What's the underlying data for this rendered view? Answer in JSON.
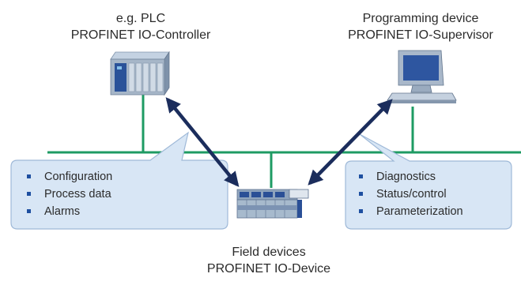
{
  "colors": {
    "network": "#1e9b63",
    "arrow": "#1b2d5c",
    "callout_fill": "#d8e6f5",
    "callout_stroke": "#9fb9d8",
    "bullet": "#1e4fa0"
  },
  "controller": {
    "line1": "e.g. PLC",
    "line2": "PROFINET IO-Controller",
    "icon": "plc-rack-icon"
  },
  "supervisor": {
    "line1": "Programming device",
    "line2": "PROFINET IO-Supervisor",
    "icon": "computer-workstation-icon"
  },
  "field_device": {
    "line1": "Field devices",
    "line2": "PROFINET IO-Device",
    "icon": "io-device-module-icon"
  },
  "left_callout": {
    "items": [
      "Configuration",
      "Process data",
      "Alarms"
    ]
  },
  "right_callout": {
    "items": [
      "Diagnostics",
      "Status/control",
      "Parameterization"
    ]
  }
}
